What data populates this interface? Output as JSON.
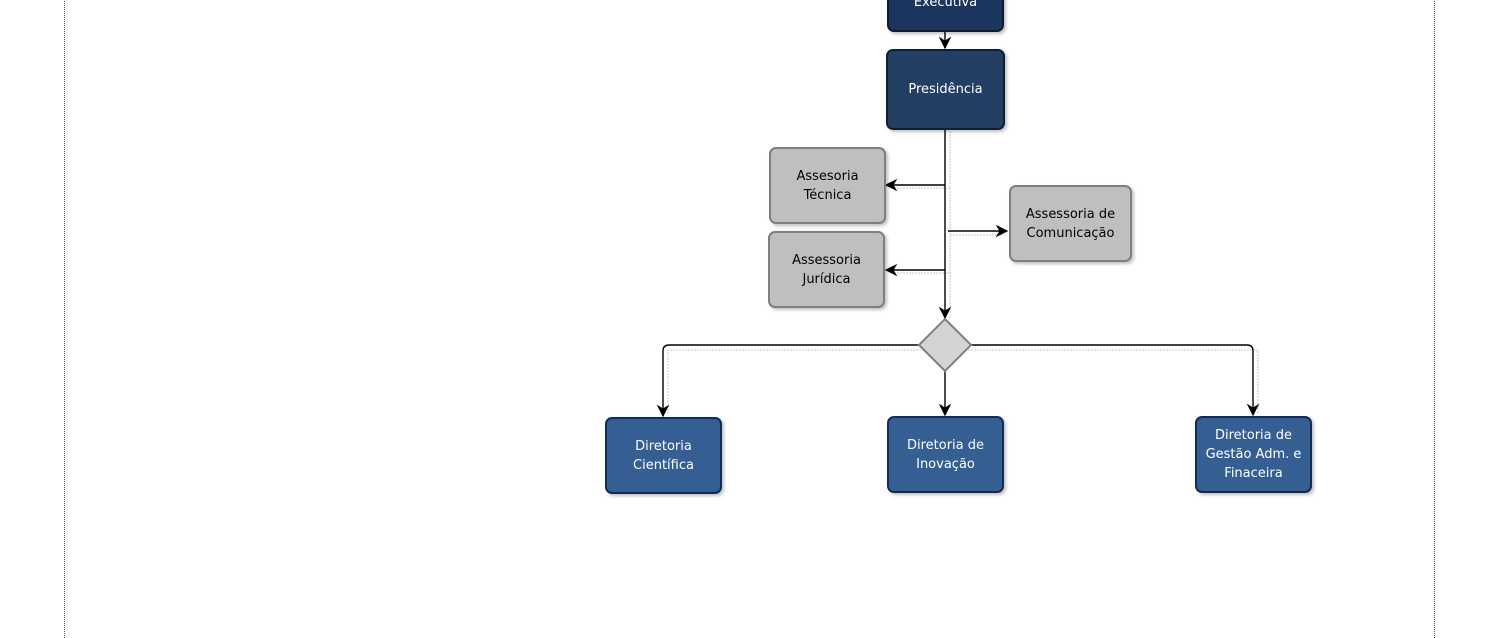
{
  "diagram": {
    "nodes": {
      "executiva": {
        "label": "Executiva"
      },
      "presidencia": {
        "label": "Presidência"
      },
      "assessoria_tecnica": {
        "label": "Assesoria\nTécnica"
      },
      "assessoria_juridica": {
        "label": "Assessoria\nJurídica"
      },
      "assessoria_comunicacao": {
        "label": "Assessoria de\nComunicação"
      },
      "diretoria_cientifica": {
        "label": "Diretoria\nCientífica"
      },
      "diretoria_inovacao": {
        "label": "Diretoria de\nInovação"
      },
      "diretoria_gestao": {
        "label": "Diretoria de\nGestão Adm. e\nFinaceira"
      }
    },
    "edges": [
      {
        "from": "executiva",
        "to": "presidencia"
      },
      {
        "from": "presidencia",
        "to": "assessoria_tecnica"
      },
      {
        "from": "presidencia",
        "to": "assessoria_comunicacao"
      },
      {
        "from": "presidencia",
        "to": "assessoria_juridica"
      },
      {
        "from": "presidencia",
        "to": "decision"
      },
      {
        "from": "decision",
        "to": "diretoria_cientifica"
      },
      {
        "from": "decision",
        "to": "diretoria_inovacao"
      },
      {
        "from": "decision",
        "to": "diretoria_gestao"
      }
    ]
  },
  "colors": {
    "executiva_fill": "#1b355f",
    "presidencia_fill": "#243f64",
    "assessoria_fill": "#bfbfbf",
    "diretoria_fill": "#355e93",
    "decision_fill": "#d4d4d4",
    "connector": "#000000"
  }
}
